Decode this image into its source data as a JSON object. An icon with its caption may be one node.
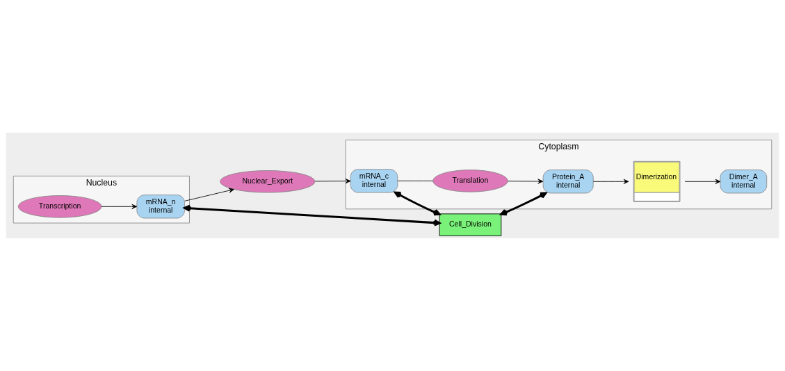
{
  "diagram": {
    "nodes": [
      {
        "text": [
          "Cell_Division"
        ]
      },
      {
        "text": [
          "Nucleus"
        ]
      },
      {
        "text": [
          "Transcription"
        ],
        "in": 1
      },
      {
        "text": [
          "mRNA_n",
          "internal"
        ],
        "in": 1
      },
      {
        "text": [
          "Nuclear_Export"
        ]
      },
      {
        "text": [
          "Cytoplasm"
        ]
      },
      {
        "text": [
          "Protein_A",
          "internal"
        ],
        "in": 5
      },
      {
        "text": [
          "Dimerization"
        ],
        "in": 5
      },
      {
        "text": [
          "Translation"
        ],
        "in": 5
      },
      {
        "text": [
          "mRNA_c",
          "internal"
        ],
        "in": 5
      },
      {
        "text": [
          "Dimer_A",
          "internal"
        ],
        "in": 5
      }
    ],
    "edges": [
      {
        "from": 3,
        "to": 0,
        "arrow": "both",
        "style": "thick"
      },
      {
        "from": 9,
        "to": 0,
        "arrow": "both",
        "style": "thick"
      },
      {
        "from": 0,
        "to": 6,
        "arrow": "both",
        "style": "thick"
      },
      {
        "from": 2,
        "to": 3,
        "arrow": "to"
      },
      {
        "from": 3,
        "to": 4,
        "arrow": "to"
      },
      {
        "from": 4,
        "to": 9,
        "arrow": "to"
      },
      {
        "from": 9,
        "to": 8,
        "arrow": "none"
      },
      {
        "from": 8,
        "to": 6,
        "arrow": "to"
      },
      {
        "from": 6,
        "to": 7,
        "arrow": "to"
      },
      {
        "from": 7,
        "to": 10,
        "arrow": "to"
      }
    ]
  }
}
